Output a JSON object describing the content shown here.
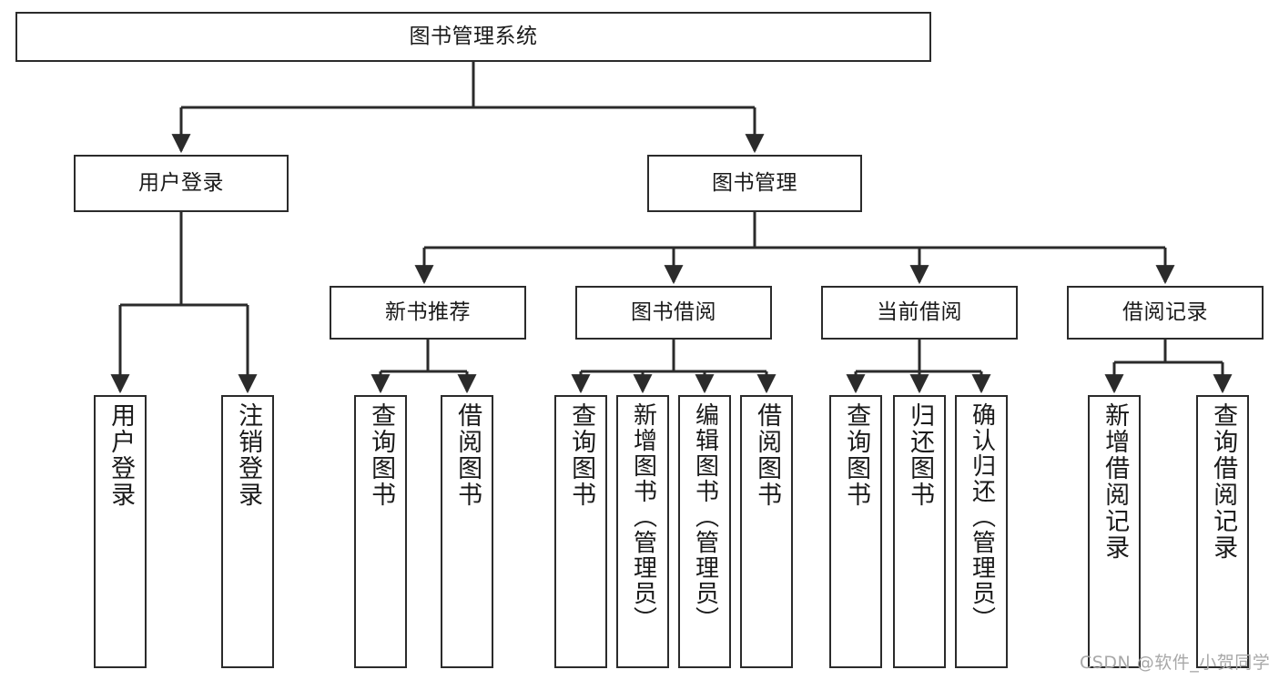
{
  "diagram": {
    "type": "tree-hierarchy-chart",
    "title": "图书管理系统",
    "root": {
      "label": "图书管理系统"
    },
    "level2": [
      {
        "label": "用户登录"
      },
      {
        "label": "图书管理"
      }
    ],
    "level3": [
      {
        "label": "新书推荐"
      },
      {
        "label": "图书借阅"
      },
      {
        "label": "当前借阅"
      },
      {
        "label": "借阅记录"
      }
    ],
    "leaves": {
      "user_login": [
        {
          "label": "用户登录"
        },
        {
          "label": "注销登录"
        }
      ],
      "new_book_recommend": [
        {
          "label": "查询图书"
        },
        {
          "label": "借阅图书"
        }
      ],
      "book_borrow": [
        {
          "label": "查询图书"
        },
        {
          "label": "新增图书（管理员）"
        },
        {
          "label": "编辑图书（管理员）"
        },
        {
          "label": "借阅图书"
        }
      ],
      "current_borrow": [
        {
          "label": "查询图书"
        },
        {
          "label": "归还图书"
        },
        {
          "label": "确认归还（管理员）"
        }
      ],
      "borrow_records": [
        {
          "label": "新增借阅记录"
        },
        {
          "label": "查询借阅记录"
        }
      ]
    }
  },
  "watermark": {
    "text": "CSDN @软件_小贺同学"
  },
  "colors": {
    "stroke": "#2b2b2b",
    "fill": "#ffffff",
    "text": "#1a1a1a",
    "watermark": "#a8a8a8"
  }
}
